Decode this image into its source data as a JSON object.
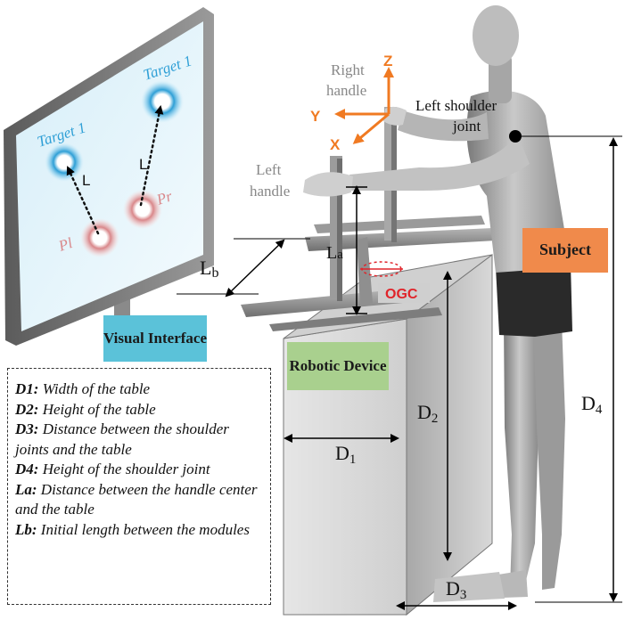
{
  "screen": {
    "target_left": "Target 1",
    "target_right": "Target 1",
    "marker_left": "Pl",
    "marker_right": "Pr",
    "length_left": "L",
    "length_right": "L"
  },
  "labels": {
    "visual_interface": "Visual Interface",
    "robotic_device": "Robotic Device",
    "subject": "Subject",
    "ogc": "OGC",
    "right_handle": "Right handle",
    "left_handle": "Left handle",
    "left_shoulder_joint": "Left shoulder joint"
  },
  "axes": {
    "z": "Z",
    "y": "Y",
    "x": "X"
  },
  "dimensions": {
    "la": "La",
    "lb": "Lb",
    "d1": "D1",
    "d2": "D2",
    "d3": "D3",
    "d4": "D4"
  },
  "legend": [
    {
      "key": "D1:",
      "text": " Width of the table"
    },
    {
      "key": "D2:",
      "text": " Height of the table"
    },
    {
      "key": "D3:",
      "text": " Distance between the shoulder joints and the table"
    },
    {
      "key": "D4:",
      "text": " Height of the shoulder joint"
    },
    {
      "key": "La:",
      "text": " Distance between the handle center and the table"
    },
    {
      "key": "Lb:",
      "text": " Initial length between the modules"
    }
  ],
  "colors": {
    "target_blue": "#2e9fd6",
    "marker_red": "#d9878a",
    "axis_orange": "#f07a22",
    "ogc_red": "#e0242a",
    "visual_box": "#5bc2d9",
    "robotic_box": "#a9d08e",
    "subject_box": "#f08a4b"
  }
}
